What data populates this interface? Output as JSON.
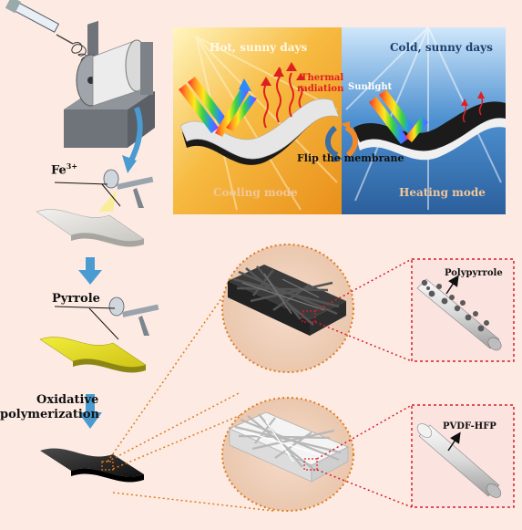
{
  "labels": {
    "fe3": "Fe",
    "fe3_sup": "3+",
    "pyrrole": "Pyrrole",
    "oxidative": "Oxidative",
    "polymerization": "polymerization",
    "hot_sunny": "Hot, sunny days",
    "cold_sunny": "Cold, sunny days",
    "thermal": "Thermal",
    "radiation": "radiation",
    "sunlight": "Sunlight",
    "flip": "Flip the membrane",
    "cooling_mode": "Cooling mode",
    "heating_mode": "Heating mode",
    "polypyrrole": "Polypyrrole",
    "pvdf_hfp": "PVDF-HFP"
  },
  "colors": {
    "background": "#fdebe3",
    "hot_panel": "#f4a52a",
    "cold_panel": "#3a7cc0",
    "arrow_blue": "#4a9bd1",
    "red_label": "#e02020",
    "mode_label": "#f2c79a",
    "dotted_orange": "#e07a1c",
    "dotted_red": "#d81e2a"
  },
  "icons": [
    "syringe-icon",
    "spray-gun-icon",
    "electrospinning-drum-icon",
    "flip-arrows-icon"
  ]
}
